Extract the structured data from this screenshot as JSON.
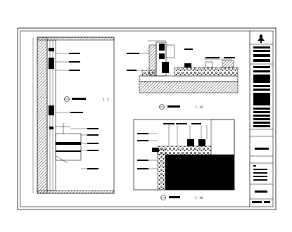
{
  "detail_a": {
    "scale": "1 : 5"
  },
  "detail_b": {
    "scale": "1 : 10"
  },
  "detail_c": {
    "scale": "1 : 10"
  }
}
